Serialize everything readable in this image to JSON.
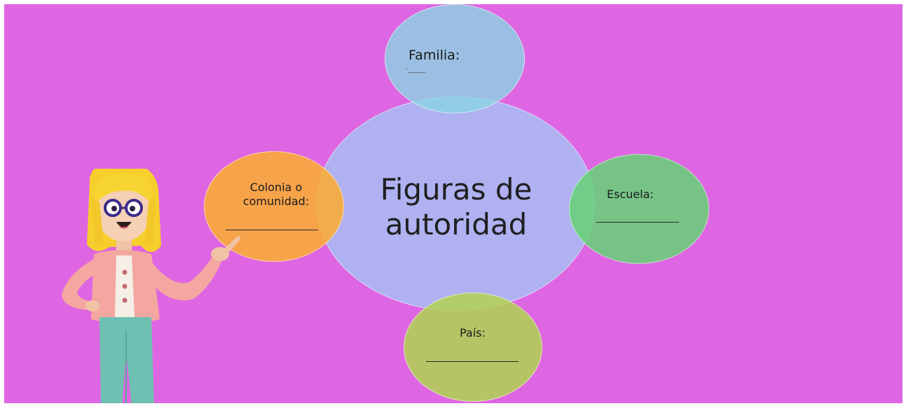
{
  "diagram": {
    "center": {
      "title_line1": "Figuras de",
      "title_line2": "autoridad"
    },
    "nodes": {
      "familia": {
        "label": "Familia:",
        "blank": "·_____"
      },
      "colonia": {
        "label_line1": "Colonia o",
        "label_line2": "comunidad:",
        "blank": ""
      },
      "escuela": {
        "label": "Escuela:",
        "blank": ""
      },
      "pais": {
        "label": "País:",
        "blank": ""
      }
    }
  },
  "colors": {
    "background": "#df66e2",
    "center_circle": "#adb4f2",
    "familia_circle": "#89d6e2",
    "colonia_circle": "#faac34",
    "escuela_circle": "#65d475",
    "pais_circle": "#b2d254"
  },
  "illustration": {
    "icon": "teacher-pointing-illustration"
  }
}
